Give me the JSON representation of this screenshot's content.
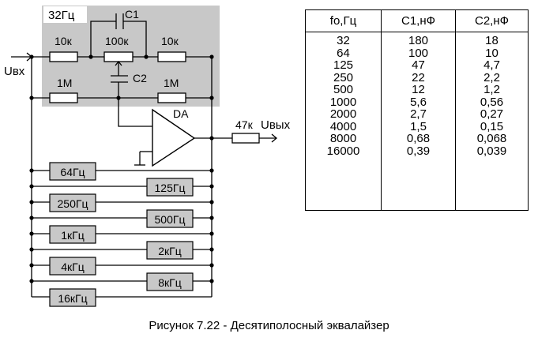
{
  "figure": {
    "caption": "Рисунок 7.22 - Десятиполосный эквалайзер"
  },
  "schematic": {
    "block_label": "32Гц",
    "input_label": "Uвх",
    "output_label": "Uвых",
    "opamp_label": "DA",
    "r_top_left": "10к",
    "r_pot": "100к",
    "r_top_right": "10к",
    "c1": "C1",
    "c2": "C2",
    "r_bottom_left": "1М",
    "r_bottom_right": "1М",
    "r_out": "47к",
    "bands": {
      "b64": "64Гц",
      "b125": "125Гц",
      "b250": "250Гц",
      "b500": "500Гц",
      "b1k": "1кГц",
      "b2k": "2кГц",
      "b4k": "4кГц",
      "b8k": "8кГц",
      "b16k": "16кГц"
    }
  },
  "table": {
    "headers": [
      "fo,Гц",
      "C1,нФ",
      "C2,нФ"
    ],
    "columns": {
      "fo": [
        "32",
        "64",
        "125",
        "250",
        "500",
        "1000",
        "2000",
        "4000",
        "8000",
        "16000"
      ],
      "c1": [
        "180",
        "100",
        "47",
        "22",
        "12",
        "5,6",
        "2,7",
        "1,5",
        "0,68",
        "0,39"
      ],
      "c2": [
        "18",
        "10",
        "4,7",
        "2,2",
        "1,2",
        "0,56",
        "0,27",
        "0,15",
        "0,068",
        "0,039"
      ]
    }
  }
}
